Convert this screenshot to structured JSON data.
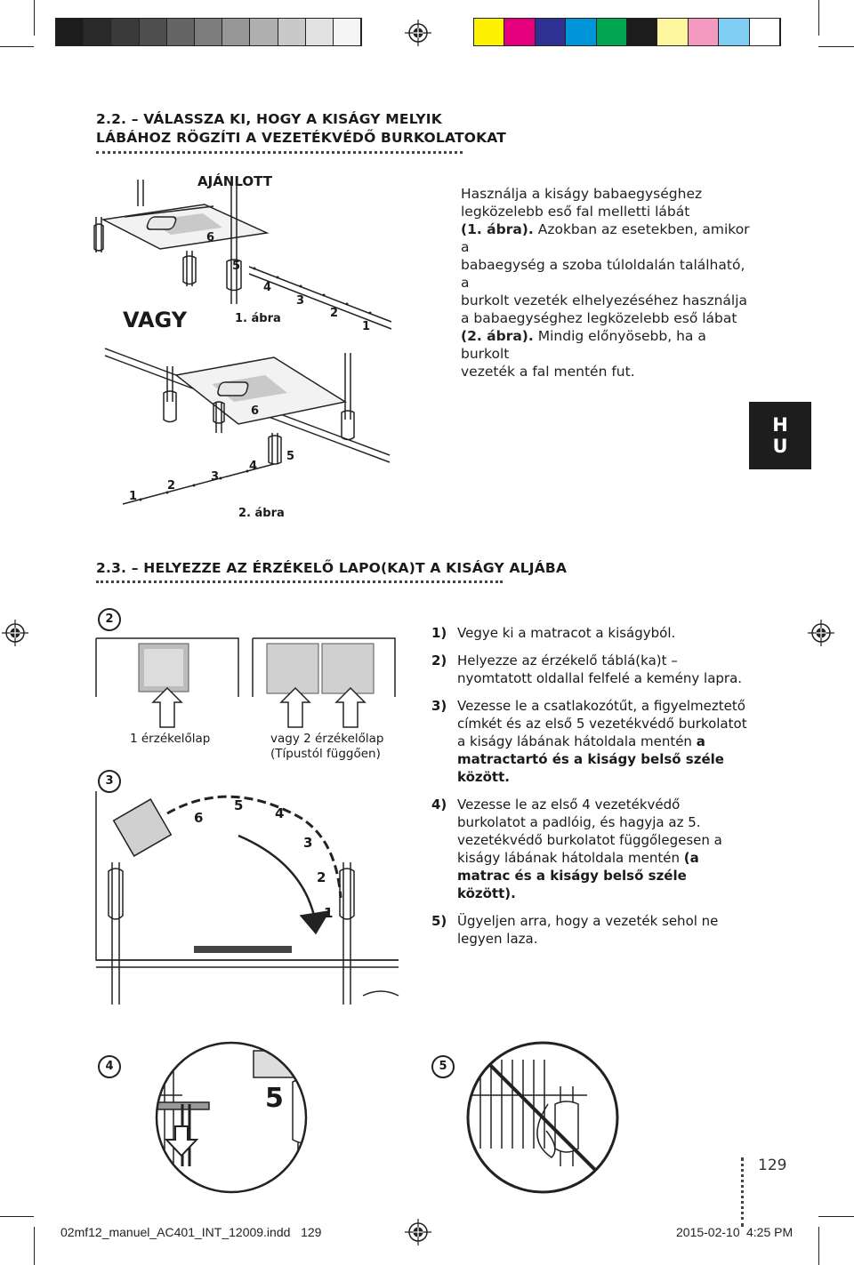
{
  "color_bar": {
    "grays": [
      "#1d1d1d",
      "#2a2a2a",
      "#3a3a3a",
      "#4e4e4e",
      "#656565",
      "#7d7d7d",
      "#969696",
      "#afafaf",
      "#c8c8c8",
      "#e2e2e2",
      "#f5f5f5"
    ],
    "colors": [
      "#fff200",
      "#e6007e",
      "#2e3192",
      "#0095d9",
      "#00a651",
      "#1d1d1d",
      "#fff6a0",
      "#f49ac1",
      "#7fcdf2",
      "#ffffff"
    ]
  },
  "section_22": {
    "title_line1": "2.2. – VÁLASSZA KI, HOGY A KISÁGY MELYIK",
    "title_line2": "LÁBÁHOZ RÖGZÍTI A VEZETÉKVÉDŐ BURKOLATOKAT",
    "recommended": "AJÁNLOTT",
    "or": "VAGY",
    "fig1": "1. ábra",
    "fig2": "2. ábra",
    "text": {
      "l1": "Használja a kiságy babaegységhez",
      "l2": "legközelebb eső fal melletti lábát",
      "l3a": "(1. ábra).",
      "l3b": " Azokban az esetekben, amikor a",
      "l4": "babaegység a szoba túloldalán található, a",
      "l5": "burkolt vezeték elhelyezéséhez használja",
      "l6": "a babaegységhez legközelebb eső lábat",
      "l7a": "(2. ábra).",
      "l7b": " Mindig előnyösebb, ha a burkolt",
      "l8": "vezeték a fal mentén fut."
    },
    "fig1_numbers": [
      "6",
      "5",
      "4",
      "3",
      "2",
      "1"
    ],
    "fig2_numbers": [
      "6",
      "5",
      "4",
      "3",
      "2",
      "1"
    ]
  },
  "lang_tab": {
    "l1": "H",
    "l2": "U"
  },
  "section_23": {
    "title": "2.3. – HELYEZZE AZ ÉRZÉKELŐ LAPO(KA)T A KISÁGY ALJÁBA",
    "fig2_step": "2",
    "fig3_step": "3",
    "fig4_step": "4",
    "fig5_step": "5",
    "one_pad": "1 érzékelőlap",
    "two_pads_l1": "vagy 2 érzékelőlap",
    "two_pads_l2": "(Típustól függően)",
    "arc_numbers": [
      "6",
      "5",
      "4",
      "3",
      "2",
      "1"
    ],
    "fig4_big_number": "5",
    "steps": [
      {
        "n": "1)",
        "text": "Vegye ki a matracot a kiságyból."
      },
      {
        "n": "2)",
        "text": "Helyezze az érzékelő táblá(ka)t – nyomtatott oldallal felfelé a kemény lapra."
      },
      {
        "n": "3)",
        "text": "Vezesse le a csatlakozótűt, a figyelmeztető címkét és az első 5 vezetékvédő burkolatot a kiságy lábának hátoldala mentén ",
        "bold": "a matractartó és a kiságy belső széle között."
      },
      {
        "n": "4)",
        "text": "Vezesse le az első 4 vezetékvédő burkolatot a padlóig, és hagyja az 5. vezetékvédő burkolatot függőlegesen a kiságy lábának hátoldala mentén ",
        "bold": "(a matrac és a kiságy belső széle között)."
      },
      {
        "n": "5)",
        "text": "Ügyeljen arra, hogy a vezeték sehol ne legyen laza."
      }
    ]
  },
  "page_number": "129",
  "footer": {
    "file": "02mf12_manuel_AC401_INT_12009.indd   129",
    "date": "2015-02-10",
    "time": "4:25 PM"
  }
}
